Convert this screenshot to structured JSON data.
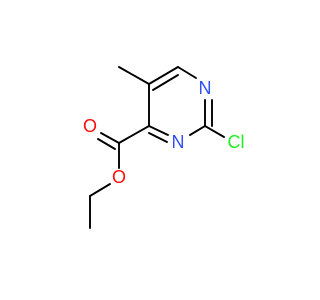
{
  "molecule": {
    "atoms": [
      {
        "symbol": "N"
      },
      {
        "symbol": "N"
      },
      {
        "symbol": "O"
      },
      {
        "symbol": "O"
      },
      {
        "symbol": "Cl"
      }
    ],
    "colors": {
      "bond": "#000000",
      "nitrogen": "#3050F8",
      "oxygen": "#FF0D0D",
      "chlorine": "#1FF01F"
    }
  }
}
